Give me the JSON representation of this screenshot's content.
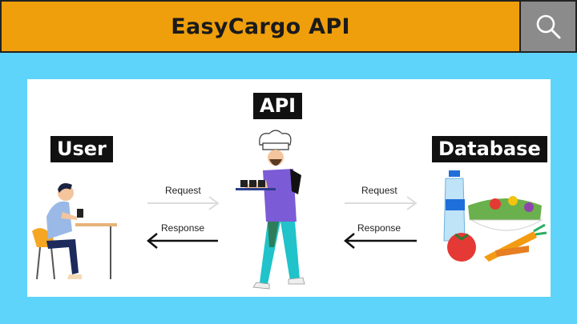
{
  "header": {
    "title": "EasyCargo API"
  },
  "search": {
    "icon": "search-icon",
    "background": "#8b8b8b"
  },
  "colors": {
    "header": "#ef9f0c",
    "frame": "#5fd4fb",
    "panel": "#ffffff"
  },
  "diagram": {
    "api_label": "API",
    "user_label": "User",
    "database_label": "Database",
    "request_left": "Request",
    "response_left": "Response",
    "request_right": "Request",
    "response_right": "Response"
  }
}
